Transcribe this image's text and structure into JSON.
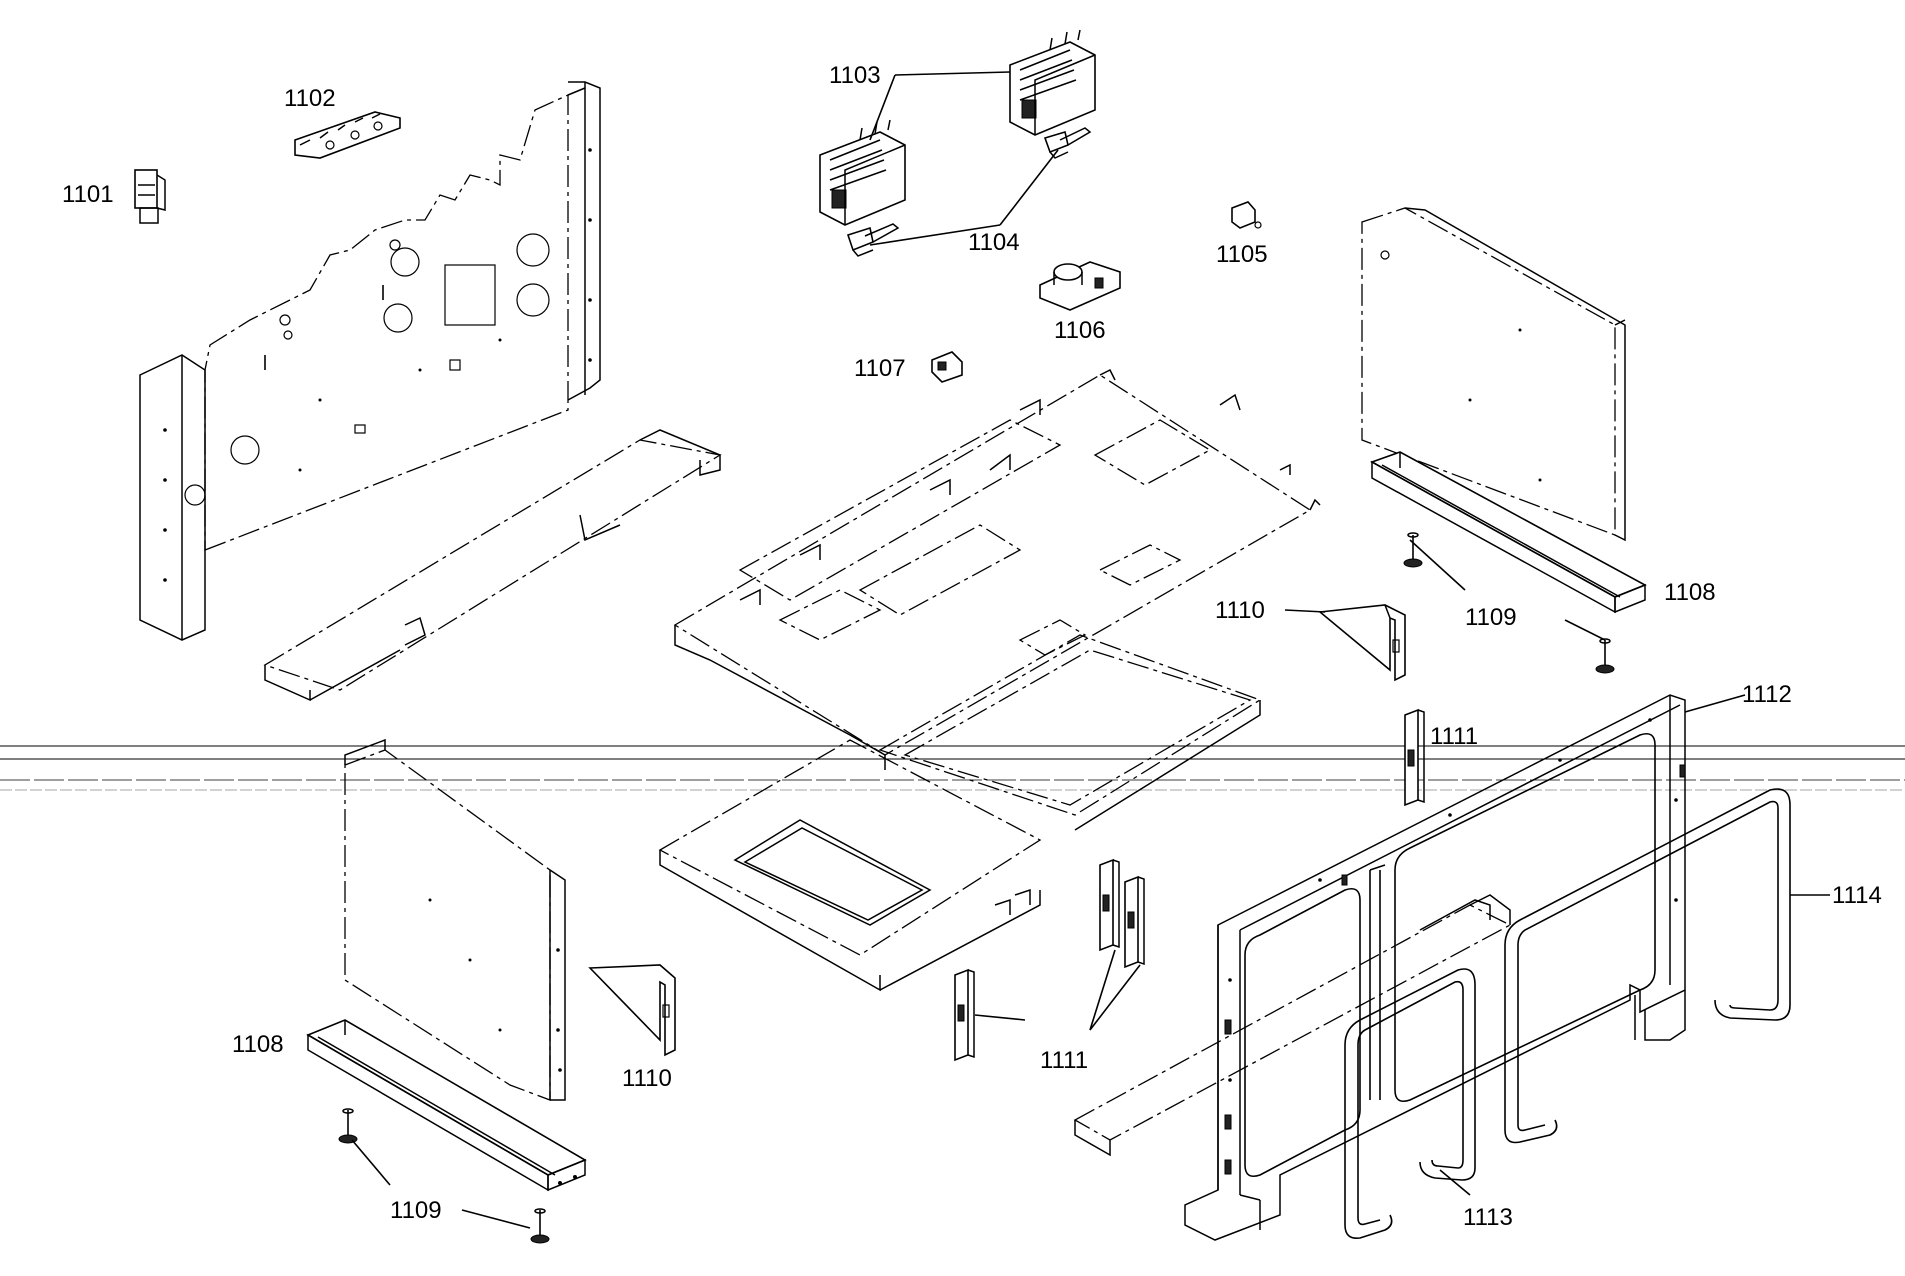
{
  "diagram": {
    "callouts": [
      {
        "id": "c1101",
        "label": "1101"
      },
      {
        "id": "c1102",
        "label": "1102"
      },
      {
        "id": "c1103",
        "label": "1103"
      },
      {
        "id": "c1104",
        "label": "1104"
      },
      {
        "id": "c1105",
        "label": "1105"
      },
      {
        "id": "c1106",
        "label": "1106"
      },
      {
        "id": "c1107",
        "label": "1107"
      },
      {
        "id": "c1108a",
        "label": "1108"
      },
      {
        "id": "c1108b",
        "label": "1108"
      },
      {
        "id": "c1109a",
        "label": "1109"
      },
      {
        "id": "c1109b",
        "label": "1109"
      },
      {
        "id": "c1110a",
        "label": "1110"
      },
      {
        "id": "c1110b",
        "label": "1110"
      },
      {
        "id": "c1111a",
        "label": "1111"
      },
      {
        "id": "c1111b",
        "label": "1111"
      },
      {
        "id": "c1112",
        "label": "1112"
      },
      {
        "id": "c1113",
        "label": "1113"
      },
      {
        "id": "c1114",
        "label": "1114"
      }
    ]
  }
}
